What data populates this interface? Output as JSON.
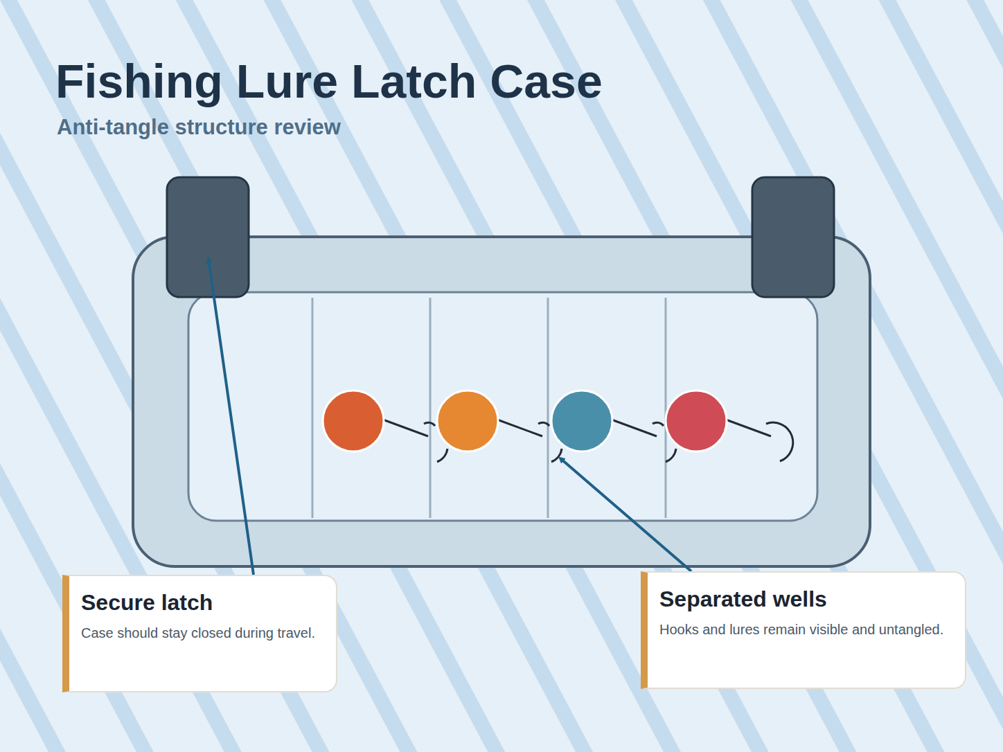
{
  "diagram": {
    "title": "Fishing Lure Latch Case",
    "nodes": [
      {
        "text": [
          "Secure latch",
          "Case should stay closed during travel."
        ]
      },
      {
        "text": [
          "Separated wells",
          "Hooks and lures remain visible and untangled."
        ]
      }
    ],
    "labels": [
      "Anti-tangle structure review"
    ]
  }
}
